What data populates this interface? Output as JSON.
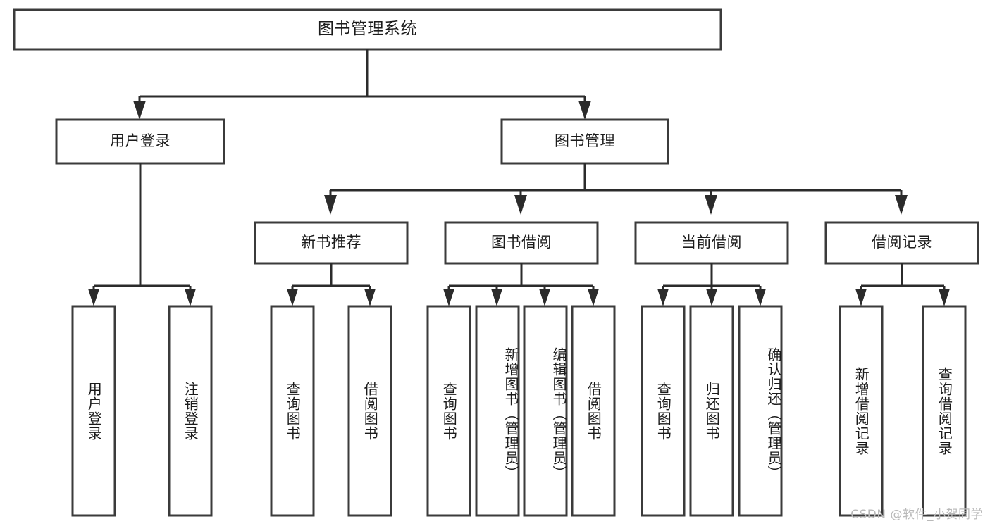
{
  "diagram": {
    "title": "图书管理系统",
    "type": "tree",
    "background_color": "#ffffff",
    "box_stroke_color": "#3b3b3b",
    "connector_color": "#2b2b2b",
    "text_color": "#1b1b1b"
  },
  "root": {
    "label": "图书管理系统"
  },
  "level2": [
    {
      "label": "用户登录"
    },
    {
      "label": "图书管理"
    }
  ],
  "level3": [
    {
      "label": "新书推荐"
    },
    {
      "label": "图书借阅"
    },
    {
      "label": "当前借阅"
    },
    {
      "label": "借阅记录"
    }
  ],
  "leaves": {
    "user_login": [
      {
        "label": "用户登录"
      },
      {
        "label": "注销登录"
      }
    ],
    "new_book_recommend": [
      {
        "label": "查询图书"
      },
      {
        "label": "借阅图书"
      }
    ],
    "book_borrow": [
      {
        "label": "查询图书"
      },
      {
        "label": "新增图书（管理员）"
      },
      {
        "label": "编辑图书（管理员）"
      },
      {
        "label": "借阅图书"
      }
    ],
    "current_borrow": [
      {
        "label": "查询图书"
      },
      {
        "label": "归还图书"
      },
      {
        "label": "确认归还（管理员）"
      }
    ],
    "borrow_record": [
      {
        "label": "新增借阅记录"
      },
      {
        "label": "查询借阅记录"
      }
    ]
  },
  "watermark": {
    "text": "CSDN @软件_小贺同学"
  }
}
